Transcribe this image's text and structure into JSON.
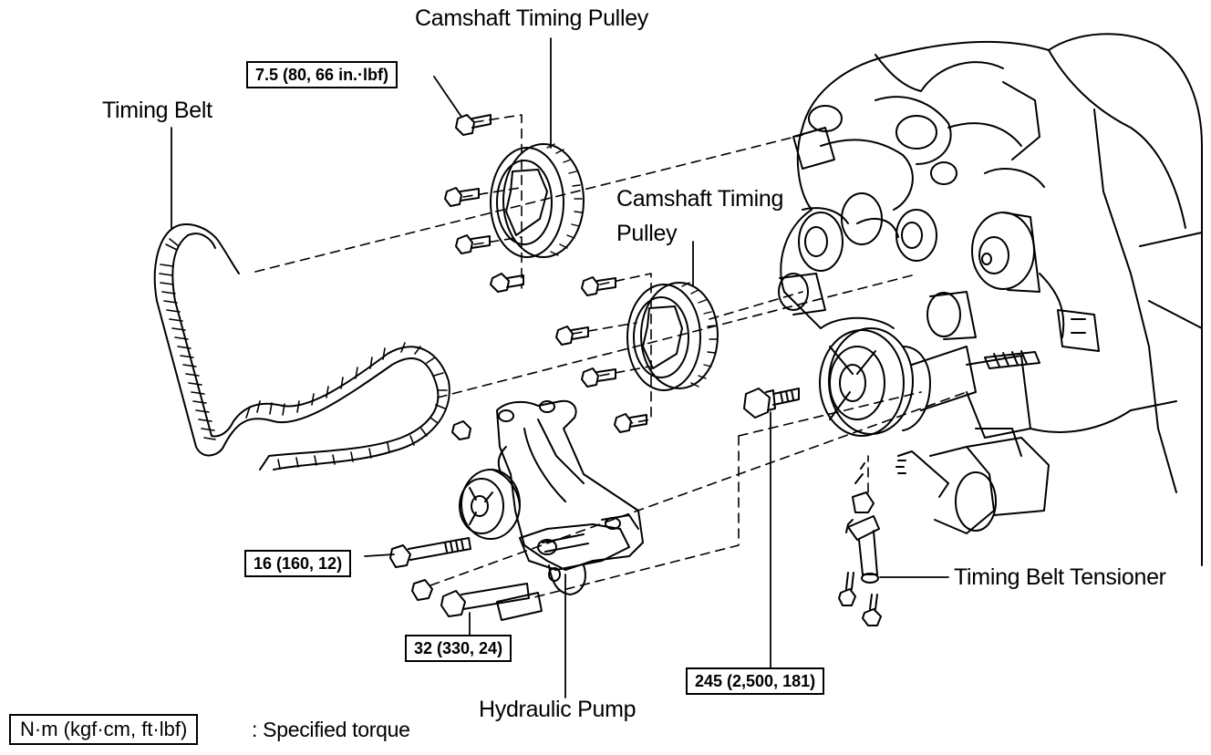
{
  "labels": {
    "camshaft_pulley_top": "Camshaft Timing Pulley",
    "camshaft_pulley_mid_line1": "Camshaft Timing",
    "camshaft_pulley_mid_line2": "Pulley",
    "timing_belt": "Timing Belt",
    "timing_belt_tensioner": "Timing Belt Tensioner",
    "hydraulic_pump": "Hydraulic Pump"
  },
  "torques": {
    "cam_bolt": "7.5 (80, 66 in.·lbf)",
    "pump_bolt_upper": "16 (160, 12)",
    "pump_bolt_lower": "32 (330, 24)",
    "crank_bolt": "245 (2,500, 181)"
  },
  "legend": {
    "unit_box": "N·m (kgf·cm, ft·lbf)",
    "text": ": Specified torque"
  }
}
